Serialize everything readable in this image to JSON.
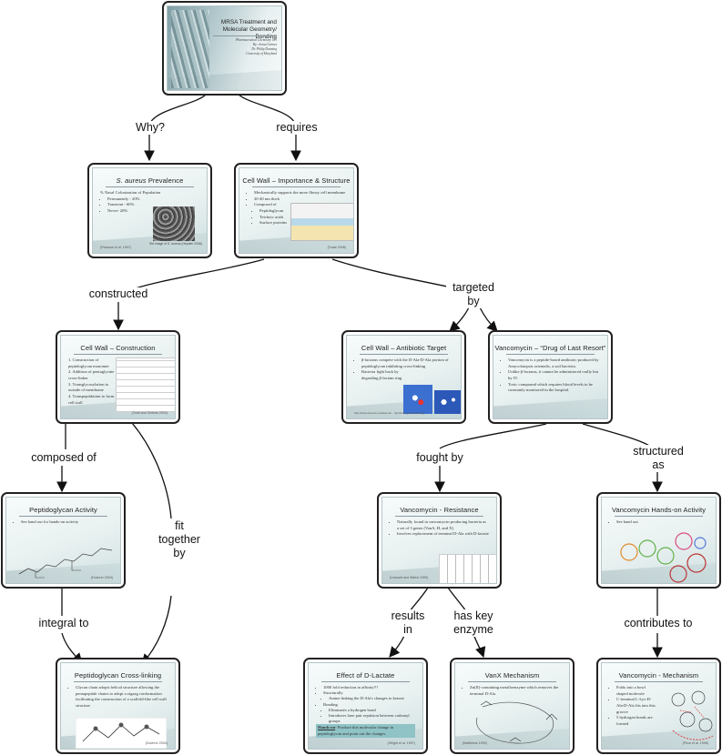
{
  "nodes": {
    "title": {
      "title": "MRSA Treatment and Molecular Geometry/ Bonding",
      "lines": [
        "Pharmaceutical Chemistry 101",
        "By: Jenna Grimes",
        "Dr. Philip Dunning",
        "University of Maryland"
      ]
    },
    "prevalence": {
      "title_em": "S. aureus",
      "title_rest": " Prevalence",
      "heading": "% Nasal Colonization of Population",
      "items": [
        "Permanently - 20%",
        "Transient - 60%",
        "Never- 20%"
      ],
      "caption": "SM image of S. aureus (Heyden 2006)",
      "cite": "(Peacock et al. 1997)"
    },
    "cellwall": {
      "title": "Cell Wall – Importance & Structure",
      "items": [
        "Mechanically supports the more flimsy cell membrane",
        "20-40 nm thick",
        "Composed of"
      ],
      "sub": [
        "Peptidoglycan",
        "Teichoic acids",
        "Surface proteins"
      ],
      "cite": "(Todar 2008)"
    },
    "construction": {
      "title": "Cell Wall – Construction",
      "lines": [
        "1. Construction of peptidoglycan monomer",
        "2. Addition of pentaglycine cross-linker",
        "3. Transglycosylation to outside of membrane",
        "4. Transpeptidation to form cell wall"
      ],
      "cite": "(Todd and Seiferts 2004)"
    },
    "antibiotic": {
      "title": "Cell Wall – Antibiotic Target",
      "items": [
        "β-lactams compete with the D-Ala-D-Ala portion of peptidoglycan inhibiting cross-linking",
        "Bacteria fight back by degrading β-lactam ring"
      ],
      "cite": "http://www.science.uottawa.ca/…/antibiotic_pharmacology"
    },
    "lastresort": {
      "title": "Vancomycin – “Drug of Last Resort”",
      "items": [
        "Vancomycin is a peptide-based antibiotic produced by Amycolatopsis orientalis, a soil bacteria.",
        "Unlike β-lactams, it cannot be administered orally but by IV.",
        "Toxic compound which requires blood levels to be constantly monitored in the hospital."
      ]
    },
    "peptidoglycan": {
      "title": "Peptidoglycan Activity",
      "items": [
        "See hand out for hands-on activity"
      ],
      "cite": "(Dochrer 2004)"
    },
    "resistance": {
      "title": "Vancomycin - Resistance",
      "items": [
        "Naturally found in vancomycin producing bacteria as a set of 3 genes (VanA, H, and X)",
        "Involves replacement of terminal D-Ala with D-lactate"
      ],
      "cite": "(Lessard and Walsh 1999)"
    },
    "handson": {
      "title": "Vancomycin Hands-on Activity",
      "items": [
        "See hand out"
      ]
    },
    "crosslinking": {
      "title": "Peptidoglycan Cross-linking",
      "items": [
        "Glycan chain adopts helical structure allowing the pentapeptide chains to adopt a zigzag conformation facilitating the construction of a scaffold-like cell wall structure"
      ],
      "cite": "(Dochrer 2004)"
    },
    "lactate": {
      "title": "Effect of D-Lactate",
      "items": [
        "1000 fold reduction in affinity!!!",
        "Structurally",
        "Bonding"
      ],
      "sub1": [
        "Amine linking the D-Ala's changes to ketone"
      ],
      "sub2": [
        "Eliminates a hydrogen bond",
        "Introduces lone pair repulsion between carbonyl groups"
      ],
      "handson_label": "Hands-on",
      "handson_text": "- Produce this molecular change in peptidoglycan and point out the changes.",
      "cite": "(Wright et al. 1997)"
    },
    "vanx": {
      "title": "VanX Mechanism",
      "items": [
        "Zn(II)-containing metalloenzyme which removes the terminal D-Ala."
      ],
      "cite": "(Matthews 1999)"
    },
    "mechanism": {
      "title": "Vancomycin - Mechanism",
      "items": [
        "Folds into a bowl shaped molecule",
        "C-terminal L-Lys-D-Ala-D-Ala fits into this groove",
        "5 hydrogen bonds are formed"
      ],
      "cite": "(Price et al. 1998)"
    }
  },
  "edges": {
    "why": "Why?",
    "requires": "requires",
    "constructed": "constructed",
    "targeted_1": "targeted",
    "targeted_2": "by",
    "composed_of": "composed of",
    "fit_1": "fit",
    "fit_2": "together",
    "fit_3": "by",
    "fought_by": "fought by",
    "structured_1": "structured",
    "structured_2": "as",
    "integral_to": "integral to",
    "results_1": "results",
    "results_2": "in",
    "haskey_1": "has key",
    "haskey_2": "enzyme",
    "contributes_to": "contributes to"
  },
  "colors": {
    "line": "#111111",
    "slide_bg": "#e8f0f0",
    "accent": "#8fc3c6"
  }
}
